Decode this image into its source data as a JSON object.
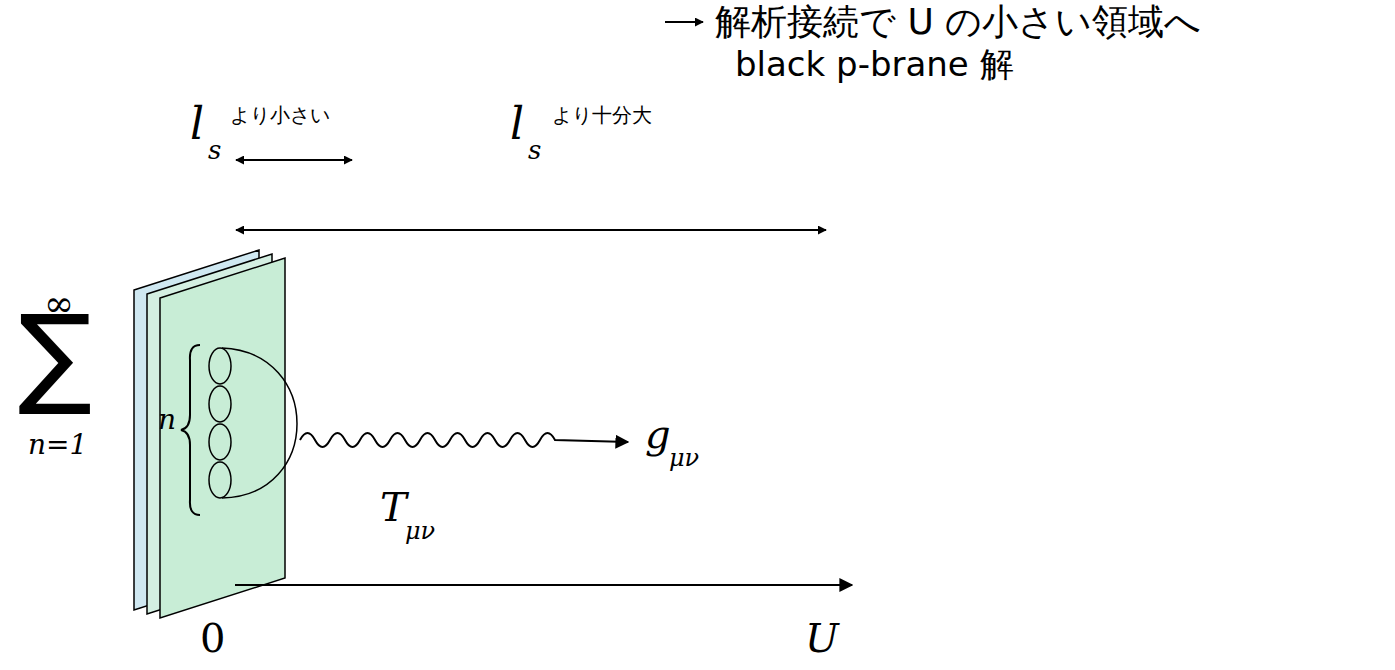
{
  "diagram": {
    "labels": [
      "解析接続で U の小さい領域へ",
      "black p-brane 解",
      "l",
      "s",
      "より小さい",
      "l",
      "s",
      "より十分大",
      "∞",
      "∑",
      "n=1",
      "n",
      "g",
      "μν",
      "T",
      "μν",
      "0",
      "U"
    ]
  }
}
